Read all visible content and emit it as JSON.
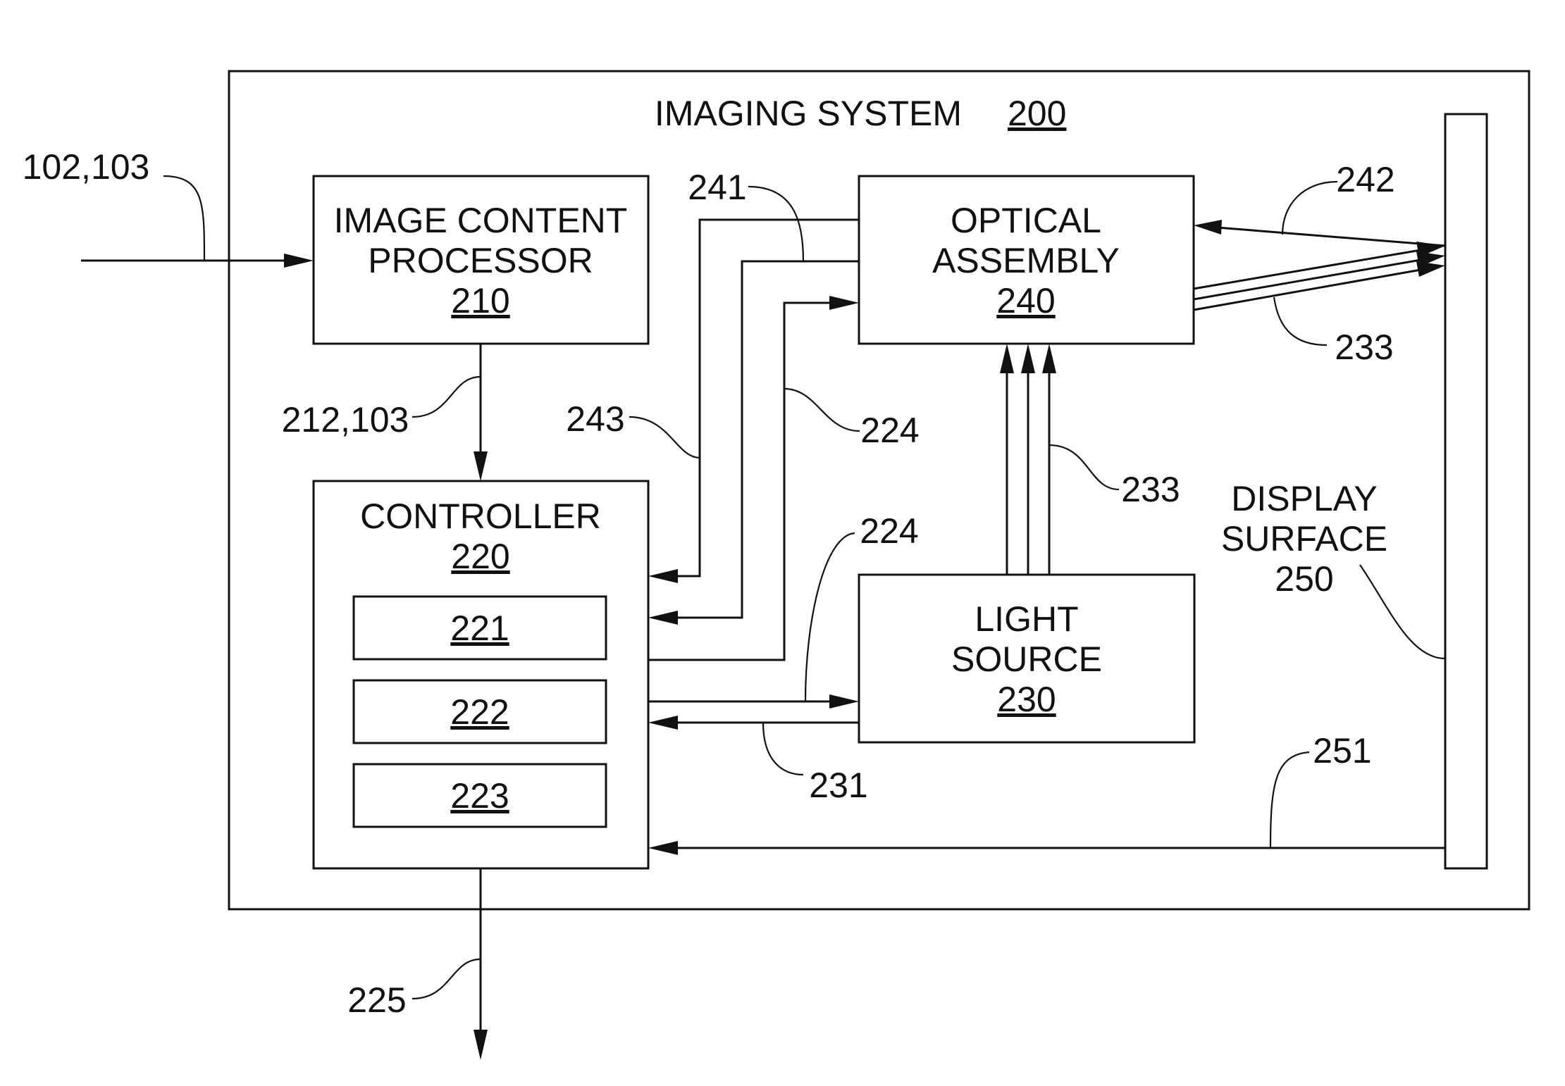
{
  "system": {
    "title": "IMAGING SYSTEM",
    "number": "200"
  },
  "blocks": {
    "image_processor": {
      "line1": "IMAGE CONTENT",
      "line2": "PROCESSOR",
      "number": "210"
    },
    "controller": {
      "line1": "CONTROLLER",
      "number": "220",
      "sub1": "221",
      "sub2": "222",
      "sub3": "223"
    },
    "optical_assembly": {
      "line1": "OPTICAL",
      "line2": "ASSEMBLY",
      "number": "240"
    },
    "light_source": {
      "line1": "LIGHT",
      "line2": "SOURCE",
      "number": "230"
    },
    "display_surface": {
      "line1": "DISPLAY",
      "line2": "SURFACE",
      "number": "250"
    }
  },
  "refs": {
    "input": "102,103",
    "proc_to_ctrl": "212,103",
    "output": "225",
    "r241": "241",
    "r243": "243",
    "r224_top": "224",
    "r224_bottom": "224",
    "r233_vertical": "233",
    "r233_right": "233",
    "r242": "242",
    "r231": "231",
    "r251": "251"
  }
}
